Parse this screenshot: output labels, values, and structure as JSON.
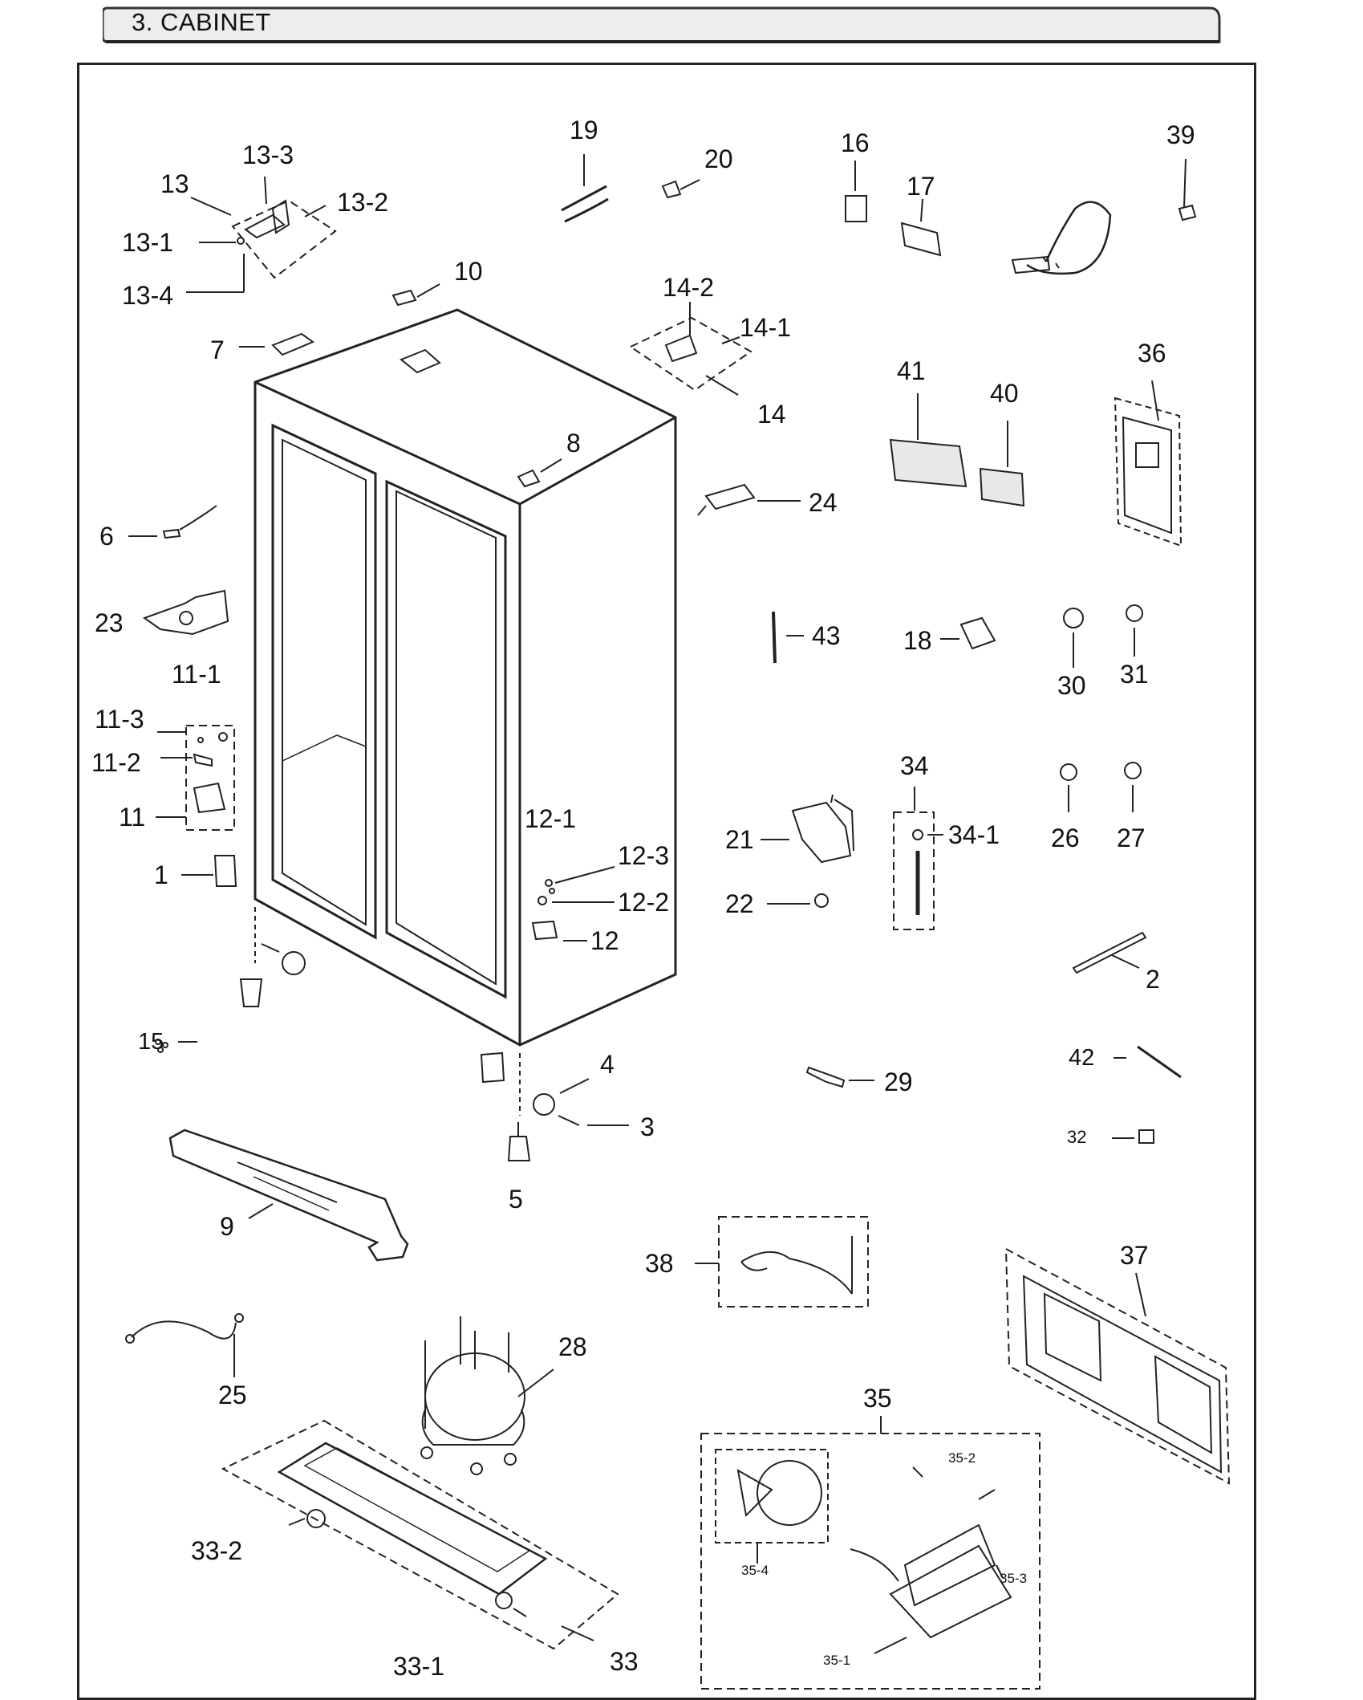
{
  "header": {
    "title": "3. CABINET"
  },
  "part_labels": {
    "p1": "1",
    "p2": "2",
    "p3": "3",
    "p4": "4",
    "p5": "5",
    "p6": "6",
    "p7": "7",
    "p8": "8",
    "p9": "9",
    "p10": "10",
    "p11": "11",
    "p11_1": "11-1",
    "p11_2": "11-2",
    "p11_3": "11-3",
    "p12": "12",
    "p12_1": "12-1",
    "p12_2": "12-2",
    "p12_3": "12-3",
    "p13": "13",
    "p13_1": "13-1",
    "p13_2": "13-2",
    "p13_3": "13-3",
    "p13_4": "13-4",
    "p14": "14",
    "p14_1": "14-1",
    "p14_2": "14-2",
    "p15": "15",
    "p16": "16",
    "p17": "17",
    "p18": "18",
    "p19": "19",
    "p20": "20",
    "p21": "21",
    "p22": "22",
    "p23": "23",
    "p24": "24",
    "p25": "25",
    "p26": "26",
    "p27": "27",
    "p28": "28",
    "p29": "29",
    "p30": "30",
    "p31": "31",
    "p32": "32",
    "p33": "33",
    "p33_1": "33-1",
    "p33_2": "33-2",
    "p34": "34",
    "p34_1": "34-1",
    "p35": "35",
    "p35_1": "35-1",
    "p35_2": "35-2",
    "p35_3": "35-3",
    "p35_4": "35-4",
    "p36": "36",
    "p37": "37",
    "p38": "38",
    "p39": "39",
    "p40": "40",
    "p41": "41",
    "p42": "42",
    "p43": "43"
  }
}
